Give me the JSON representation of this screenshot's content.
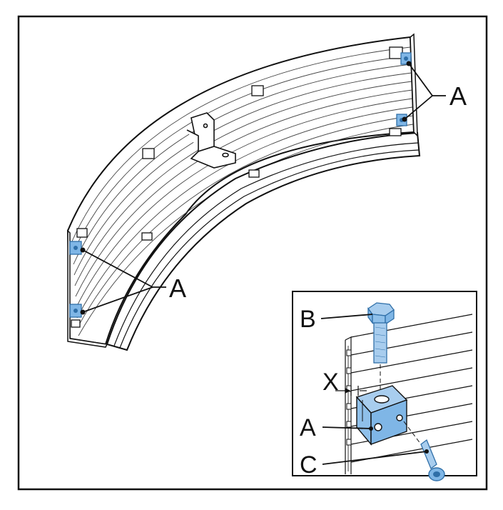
{
  "diagram": {
    "callouts": {
      "main_top_right": "A",
      "main_left": "A",
      "inset_bolt": "B",
      "inset_gap": "X",
      "inset_clamp": "A",
      "inset_screw": "C"
    },
    "colors": {
      "outline": "#111111",
      "panel_fill": "#ffffff",
      "hardware_blue": "#7fb6e6",
      "hardware_blue_dark": "#2f6fa8",
      "bolt_blue": "#a8cdee"
    }
  }
}
